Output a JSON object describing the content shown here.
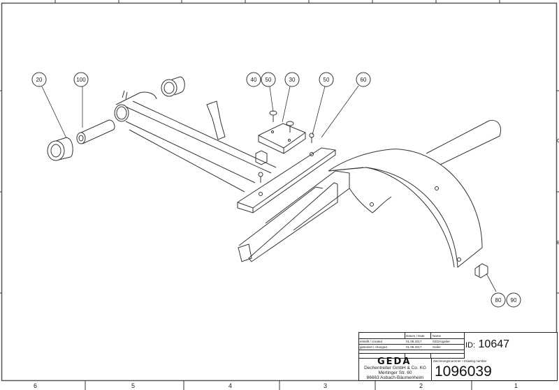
{
  "zones": {
    "columns": [
      "6",
      "5",
      "4",
      "3",
      "2",
      "1"
    ],
    "rows": [
      "C",
      "B"
    ]
  },
  "balloons": [
    "20",
    "100",
    "40",
    "50",
    "30",
    "50",
    "60",
    "80",
    "90"
  ],
  "title_block": {
    "header_date": "Datum / Date",
    "header_name": "Name",
    "rows": [
      {
        "label": "erstellt / created",
        "date": "01.08.2017",
        "name": "GEDA\\geiler"
      },
      {
        "label": "geändert / changed",
        "date": "01.08.2017",
        "name": "Geiler"
      }
    ],
    "id_label": "ID:",
    "id_value": "10647",
    "logo": "GEDA",
    "company": "Dechentreiter GmbH & Co. KG",
    "street": "Mertinger Str. 60",
    "city": "86663 Asbach-Bäumenheim",
    "drawing_number_label": "Zeichnungsnummer / Drawing number",
    "drawing_number": "1096039"
  }
}
